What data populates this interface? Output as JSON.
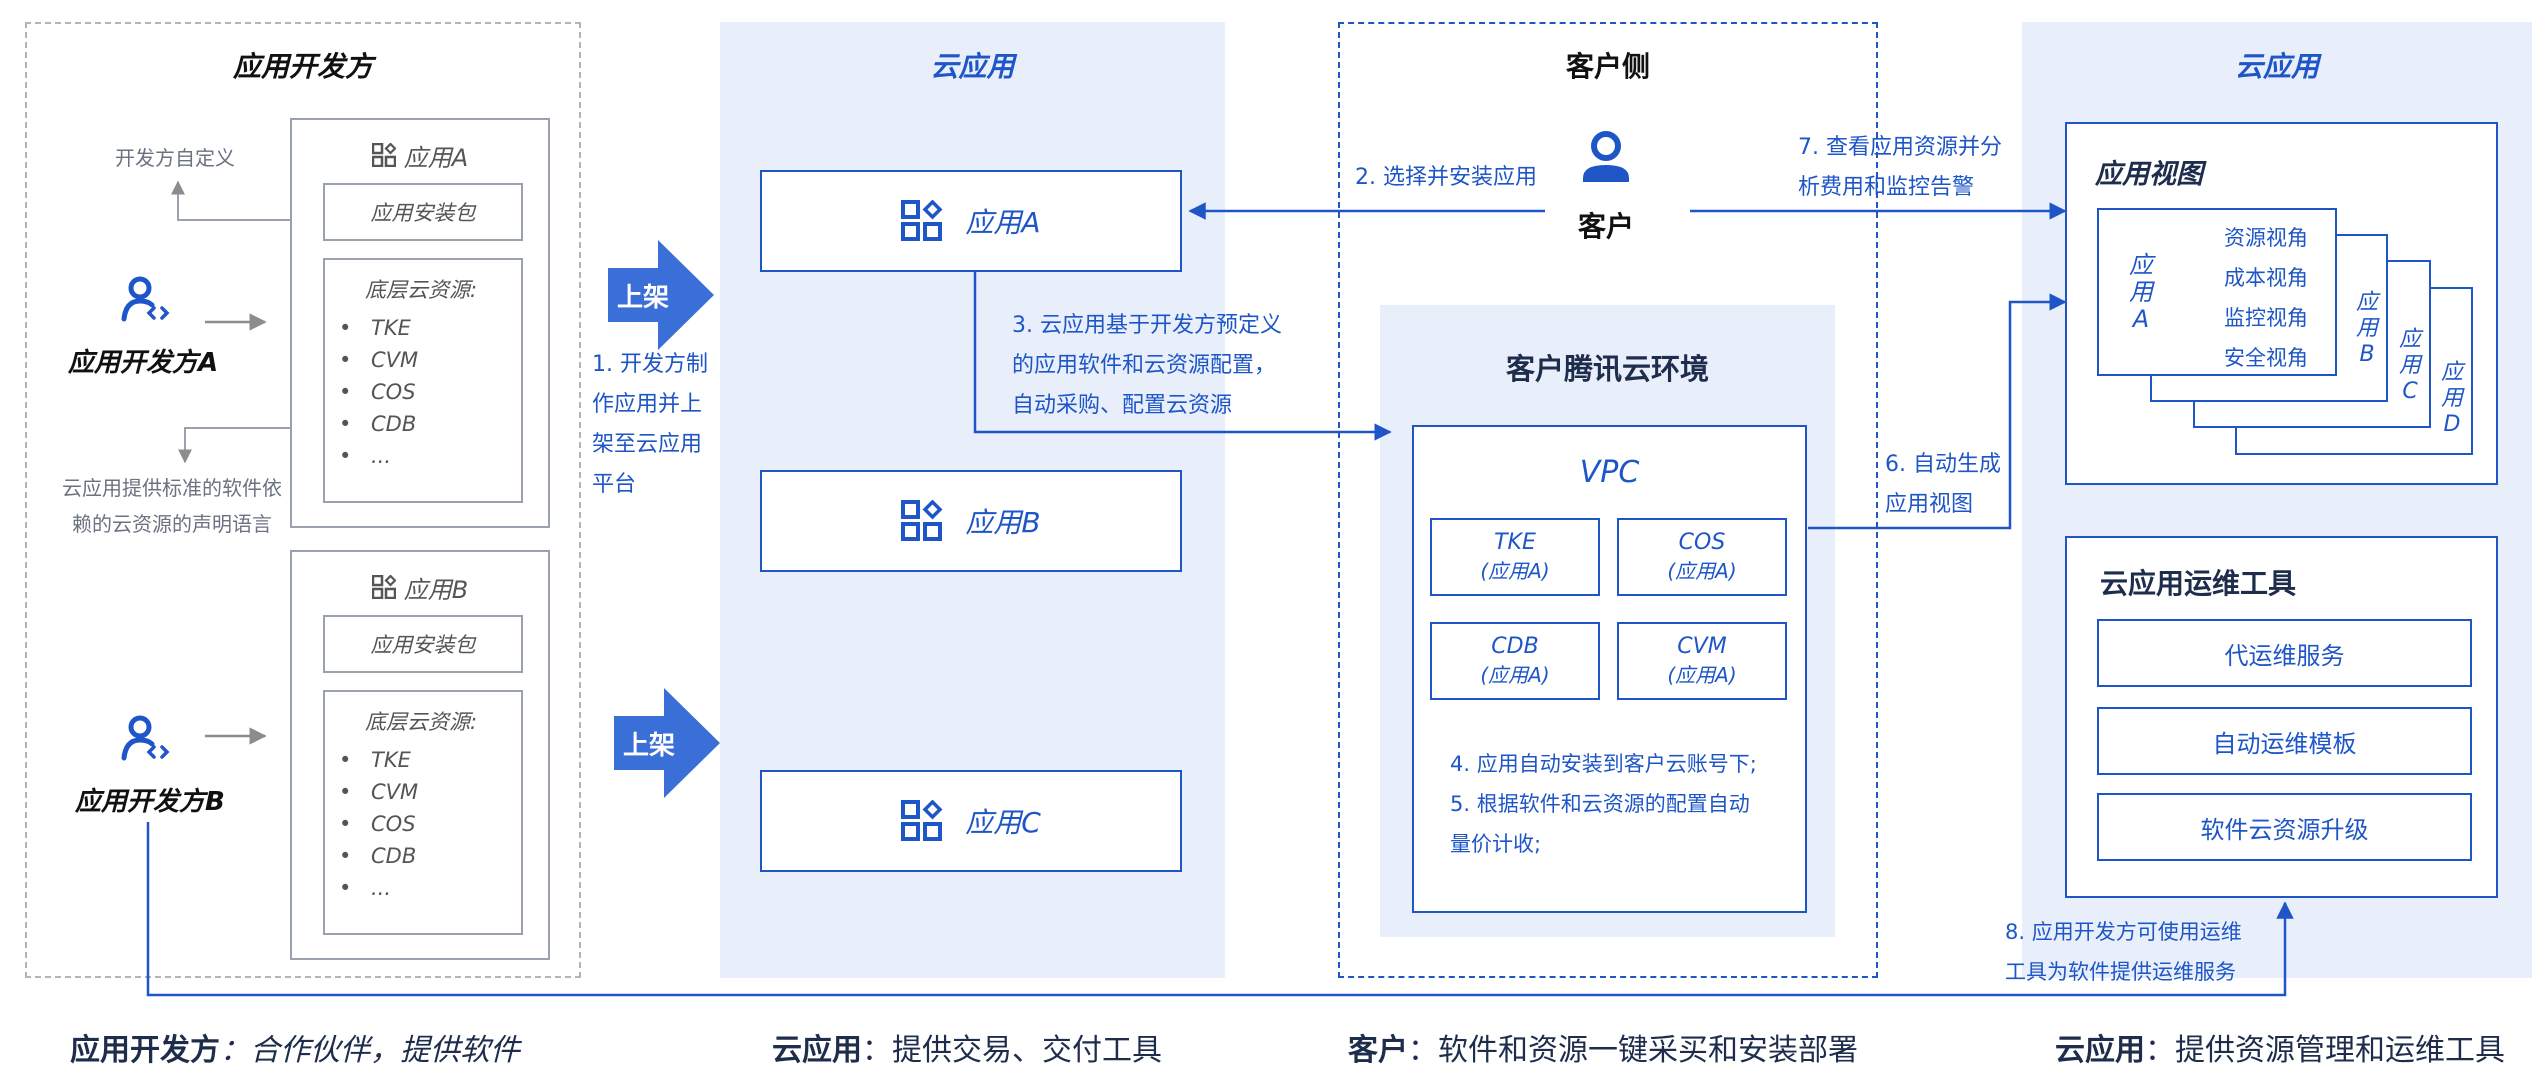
{
  "developer": {
    "title": "应用开发方",
    "dev_a": "应用开发方A",
    "dev_b": "应用开发方B",
    "custom_note": "开发方自定义",
    "lang_note": [
      "云应用提供标准的软件依",
      "赖的云资源的声明语言"
    ],
    "app_a": {
      "title": "应用A",
      "package": "应用安装包",
      "res_title": "底层云资源:",
      "resources": [
        "TKE",
        "CVM",
        "COS",
        "CDB",
        "..."
      ]
    },
    "app_b": {
      "title": "应用B",
      "package": "应用安装包",
      "res_title": "底层云资源:",
      "resources": [
        "TKE",
        "CVM",
        "COS",
        "CDB",
        "..."
      ]
    }
  },
  "shelf": {
    "label": "上架",
    "note": [
      "1. 开发方制",
      "作应用并上",
      "架至云应用",
      "平台"
    ]
  },
  "cloud_app": {
    "title": "云应用",
    "apps": [
      "应用A",
      "应用B",
      "应用C"
    ],
    "note3": [
      "3. 云应用基于开发方预定义",
      "的应用软件和云资源配置，",
      "自动采购、配置云资源"
    ]
  },
  "customer": {
    "title": "客户侧",
    "name": "客户",
    "step2": "2. 选择并安装应用",
    "env_title": "客户腾讯云环境",
    "vpc": "VPC",
    "resources": [
      {
        "name": "TKE",
        "sub": "(应用A)"
      },
      {
        "name": "COS",
        "sub": "(应用A)"
      },
      {
        "name": "CDB",
        "sub": "(应用A)"
      },
      {
        "name": "CVM",
        "sub": "(应用A)"
      }
    ],
    "step4": "4. 应用自动安装到客户云账号下;",
    "step5": [
      "5. 根据软件和云资源的配置自动",
      "量价计收;"
    ]
  },
  "right": {
    "title": "云应用",
    "step7": [
      "7. 查看应用资源并分",
      "析费用和监控告警"
    ],
    "step6": [
      "6. 自动生成",
      "应用视图"
    ],
    "view_title": "应用视图",
    "views": [
      "资源视角",
      "成本视角",
      "监控视角",
      "安全视角"
    ],
    "cards": [
      "应用A",
      "应用B",
      "应用C",
      "应用D"
    ],
    "ops_title": "云应用运维工具",
    "ops": [
      "代运维服务",
      "自动运维模板",
      "软件云资源升级"
    ],
    "step8": [
      "8. 应用开发方可使用运维",
      "工具为软件提供运维服务"
    ]
  },
  "footer": [
    {
      "bold": "应用开发方",
      "text": "：合作伙伴，提供软件"
    },
    {
      "bold": "云应用",
      "text": "：提供交易、交付工具"
    },
    {
      "bold": "客户",
      "text": "：软件和资源一键采买和安装部署"
    },
    {
      "bold": "云应用",
      "text": "：提供资源管理和运维工具"
    }
  ]
}
